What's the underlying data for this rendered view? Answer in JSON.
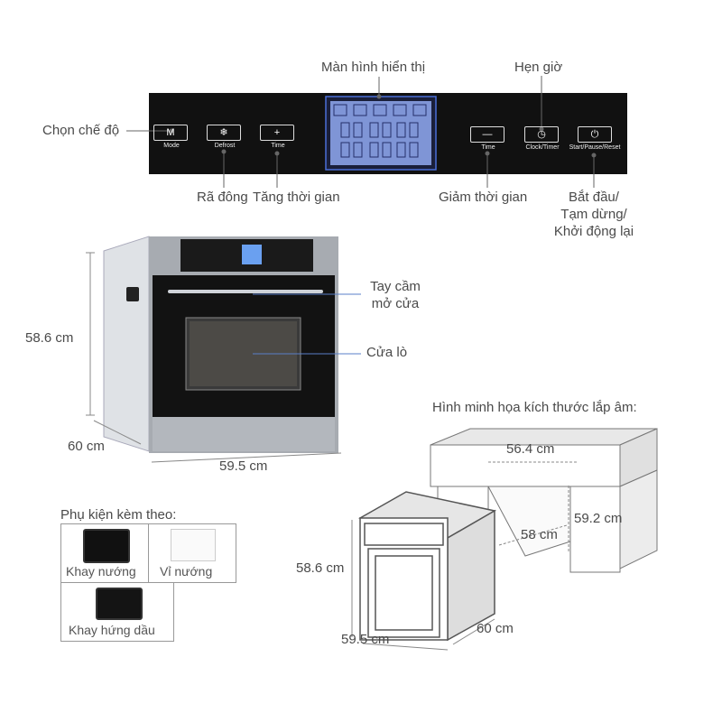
{
  "panel": {
    "labels": {
      "display": "Màn hình hiển thị",
      "timer": "Hẹn giờ",
      "mode_select": "Chọn chế độ",
      "defrost": "Rã đông",
      "time_up": "Tăng thời gian",
      "time_down": "Giảm thời gian",
      "start_line1": "Bắt đầu/",
      "start_line2": "Tạm dừng/",
      "start_line3": "Khởi động lại"
    },
    "buttons": {
      "mode_symbol": "M",
      "mode_caption": "Mode",
      "defrost_caption": "Defrost",
      "time_plus_caption": "Time",
      "time_minus_caption": "Time",
      "clock_caption": "Clock/Timer",
      "start_caption": "Start/Pause/Reset"
    },
    "colors": {
      "panel_bg": "#111111",
      "display_border": "#4a6fd8",
      "display_fill": "#9fb3e8"
    }
  },
  "oven": {
    "labels": {
      "handle_line1": "Tay cầm",
      "handle_line2": "mở cửa",
      "door": "Cửa lò"
    },
    "dimensions": {
      "height": "58.6 cm",
      "depth": "60 cm",
      "width": "59.5 cm"
    }
  },
  "installation": {
    "title": "Hình minh họa kích thước lắp âm:",
    "cabinet_width": "56.4 cm",
    "cabinet_height": "59.2 cm",
    "cabinet_depth": "58 cm",
    "oven_height": "58.6 cm",
    "oven_width": "59.5 cm",
    "oven_depth": "60 cm"
  },
  "accessories": {
    "title": "Phụ kiện kèm theo:",
    "items": [
      "Khay nướng",
      "Vỉ nướng",
      "Khay hứng dầu"
    ]
  }
}
